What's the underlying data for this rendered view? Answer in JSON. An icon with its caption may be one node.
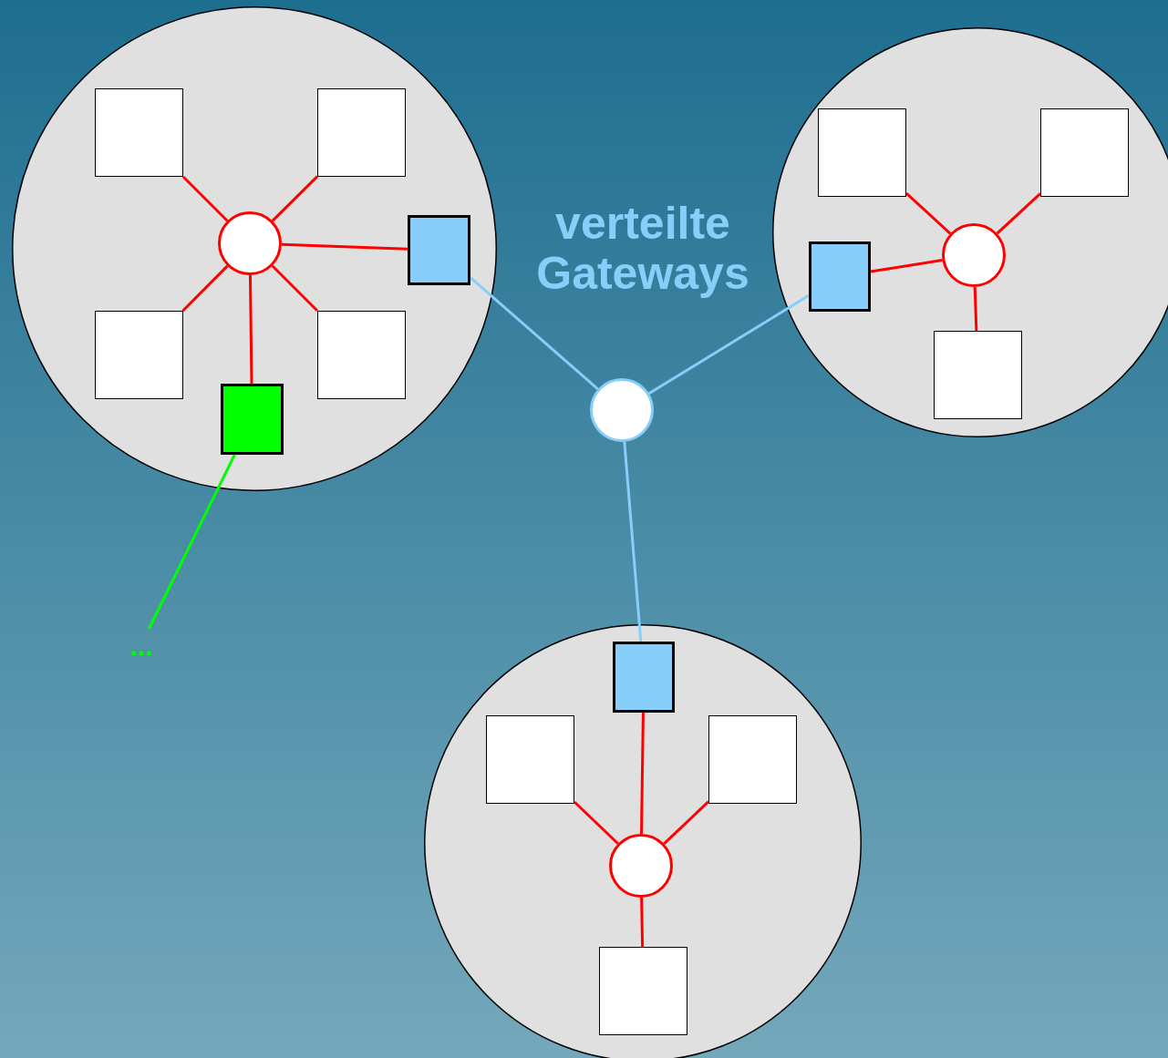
{
  "diagram": {
    "nodes": [
      {
        "text": [],
        "shape": "circle"
      },
      {
        "text": [],
        "shape": "box",
        "in": 0
      },
      {
        "text": [],
        "shape": "box",
        "in": 0
      },
      {
        "text": [],
        "shape": "circle",
        "in": 0
      },
      {
        "text": [],
        "shape": "box",
        "in": 0
      },
      {
        "text": [],
        "shape": "box",
        "in": 0
      },
      {
        "text": [],
        "shape": "box",
        "in": 0
      },
      {
        "text": [],
        "shape": "box",
        "in": 0
      },
      {
        "text": [],
        "shape": "circle"
      },
      {
        "text": [],
        "shape": "box",
        "in": 8
      },
      {
        "text": [],
        "shape": "box",
        "in": 8
      },
      {
        "text": [],
        "shape": "box",
        "in": 8
      },
      {
        "text": [],
        "shape": "circle",
        "in": 8
      },
      {
        "text": [],
        "shape": "box",
        "in": 8
      },
      {
        "text": [],
        "shape": "circle"
      },
      {
        "text": [],
        "shape": "circle"
      },
      {
        "text": [],
        "shape": "box",
        "in": 15
      },
      {
        "text": [],
        "shape": "box",
        "in": 15
      },
      {
        "text": [],
        "shape": "box",
        "in": 15
      },
      {
        "text": [],
        "shape": "circle",
        "in": 15
      },
      {
        "text": [],
        "shape": "box",
        "in": 15
      },
      {
        "text": [
          "..."
        ]
      }
    ],
    "edges": [
      {
        "from": 3,
        "to": 1,
        "arrow": "none"
      },
      {
        "from": 3,
        "to": 2,
        "arrow": "none"
      },
      {
        "from": 3,
        "to": 4,
        "arrow": "none"
      },
      {
        "from": 3,
        "to": 5,
        "arrow": "none"
      },
      {
        "from": 3,
        "to": 6,
        "arrow": "none"
      },
      {
        "from": 3,
        "to": 7,
        "arrow": "none"
      },
      {
        "from": 4,
        "to": 14,
        "arrow": "none",
        "color": "#87cefa"
      },
      {
        "from": 11,
        "to": 14,
        "arrow": "none",
        "color": "#87cefa"
      },
      {
        "from": 14,
        "to": 16,
        "arrow": "none",
        "color": "#87cefa"
      },
      {
        "from": 12,
        "to": 9,
        "arrow": "none"
      },
      {
        "from": 12,
        "to": 10,
        "arrow": "none"
      },
      {
        "from": 12,
        "to": 11,
        "arrow": "none"
      },
      {
        "from": 12,
        "to": 13,
        "arrow": "none"
      },
      {
        "from": 19,
        "to": 16,
        "arrow": "none"
      },
      {
        "from": 19,
        "to": 17,
        "arrow": "none"
      },
      {
        "from": 19,
        "to": 18,
        "arrow": "none"
      },
      {
        "from": 19,
        "to": 20,
        "arrow": "none"
      },
      {
        "from": 7,
        "to": 21,
        "arrow": "none",
        "color": "#00ff00"
      }
    ],
    "labels": [
      "verteilte Gateways"
    ]
  }
}
